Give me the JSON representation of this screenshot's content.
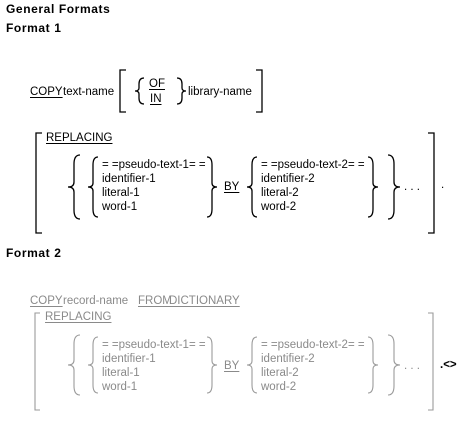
{
  "headings": {
    "general_formats": "General Formats",
    "format1": "Format 1",
    "format2": "Format 2"
  },
  "format1": {
    "copy_kw": "COPY",
    "text_name": "text-name",
    "of_kw": "OF",
    "in_kw": "IN",
    "library_name": "library-name",
    "replacing_kw": "REPLACING",
    "left_items": [
      "= =pseudo-text-1= =",
      "identifier-1",
      "literal-1",
      "word-1"
    ],
    "by_kw": "BY",
    "right_items": [
      "= =pseudo-text-2= =",
      "identifier-2",
      "literal-2",
      "word-2"
    ],
    "ellipsis": ". . .",
    "period": "."
  },
  "format2": {
    "copy_kw": "COPY",
    "record_name": "record-name",
    "from_kw": "FROM",
    "dictionary_kw": "DICTIONARY",
    "replacing_kw": "REPLACING",
    "left_items": [
      "= =pseudo-text-1= =",
      "identifier-1",
      "literal-1",
      "word-1"
    ],
    "by_kw": "BY",
    "right_items": [
      "= =pseudo-text-2= =",
      "identifier-2",
      "literal-2",
      "word-2"
    ],
    "ellipsis": ". . .",
    "terminator": ".<>"
  },
  "colors": {
    "text": "#000000",
    "faded": "#8a8a8a"
  }
}
